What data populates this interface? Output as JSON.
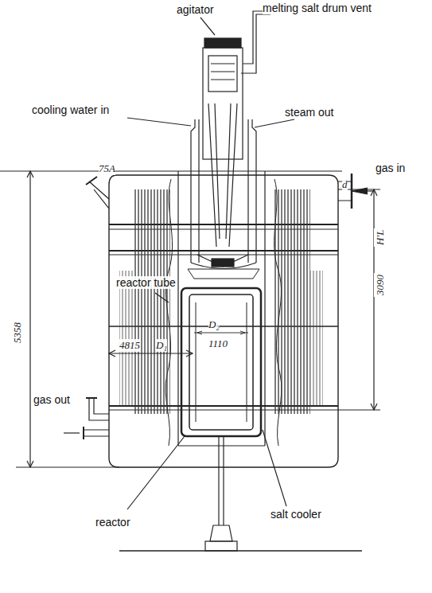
{
  "diagram": {
    "labels": [
      "agitator",
      "melting salt drum vent",
      "cooling water in",
      "steam out",
      "gas in",
      "reactor tube",
      "gas out",
      "reactor",
      "salt cooler",
      "5358",
      "3090",
      "H'L",
      "4815",
      "D₁",
      "D₂",
      "1110",
      "75A",
      "d"
    ]
  }
}
